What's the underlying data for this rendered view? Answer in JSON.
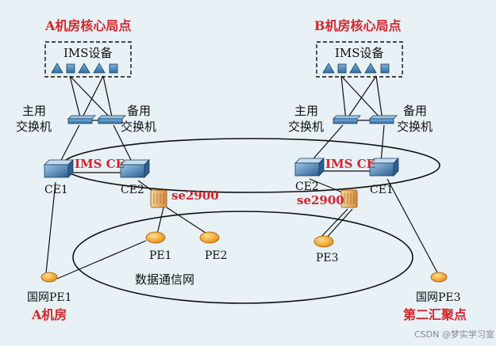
{
  "site_a": {
    "title": "A机房核心局点",
    "ims_box_label": "IMS设备",
    "primary_switch": "主用\n交换机",
    "backup_switch": "备用\n交换机",
    "ce1": "CE1",
    "ce2": "CE2",
    "ims_ce": "IMS CE",
    "se": "se2900",
    "pe_national": "国网PE1",
    "room_label": "A机房"
  },
  "site_b": {
    "title": "B机房核心局点",
    "ims_box_label": "IMS设备",
    "primary_switch": "主用\n交换机",
    "backup_switch": "备用\n交换机",
    "ce1": "CE1",
    "ce2": "CE2",
    "ims_ce": "IMS CE",
    "se": "se2900",
    "pe_national": "国网PE3",
    "room_label": "第二汇聚点"
  },
  "data_network": {
    "label": "数据通信网",
    "pe1": "PE1",
    "pe2": "PE2",
    "pe3": "PE3"
  },
  "watermark": "CSDN @梦实学习室",
  "colors": {
    "background": "#e8f1f5",
    "accent_red": "#d8232a",
    "line": "#111111",
    "device_blue": "#2f6fa8",
    "router_orange": "#f0a630"
  }
}
